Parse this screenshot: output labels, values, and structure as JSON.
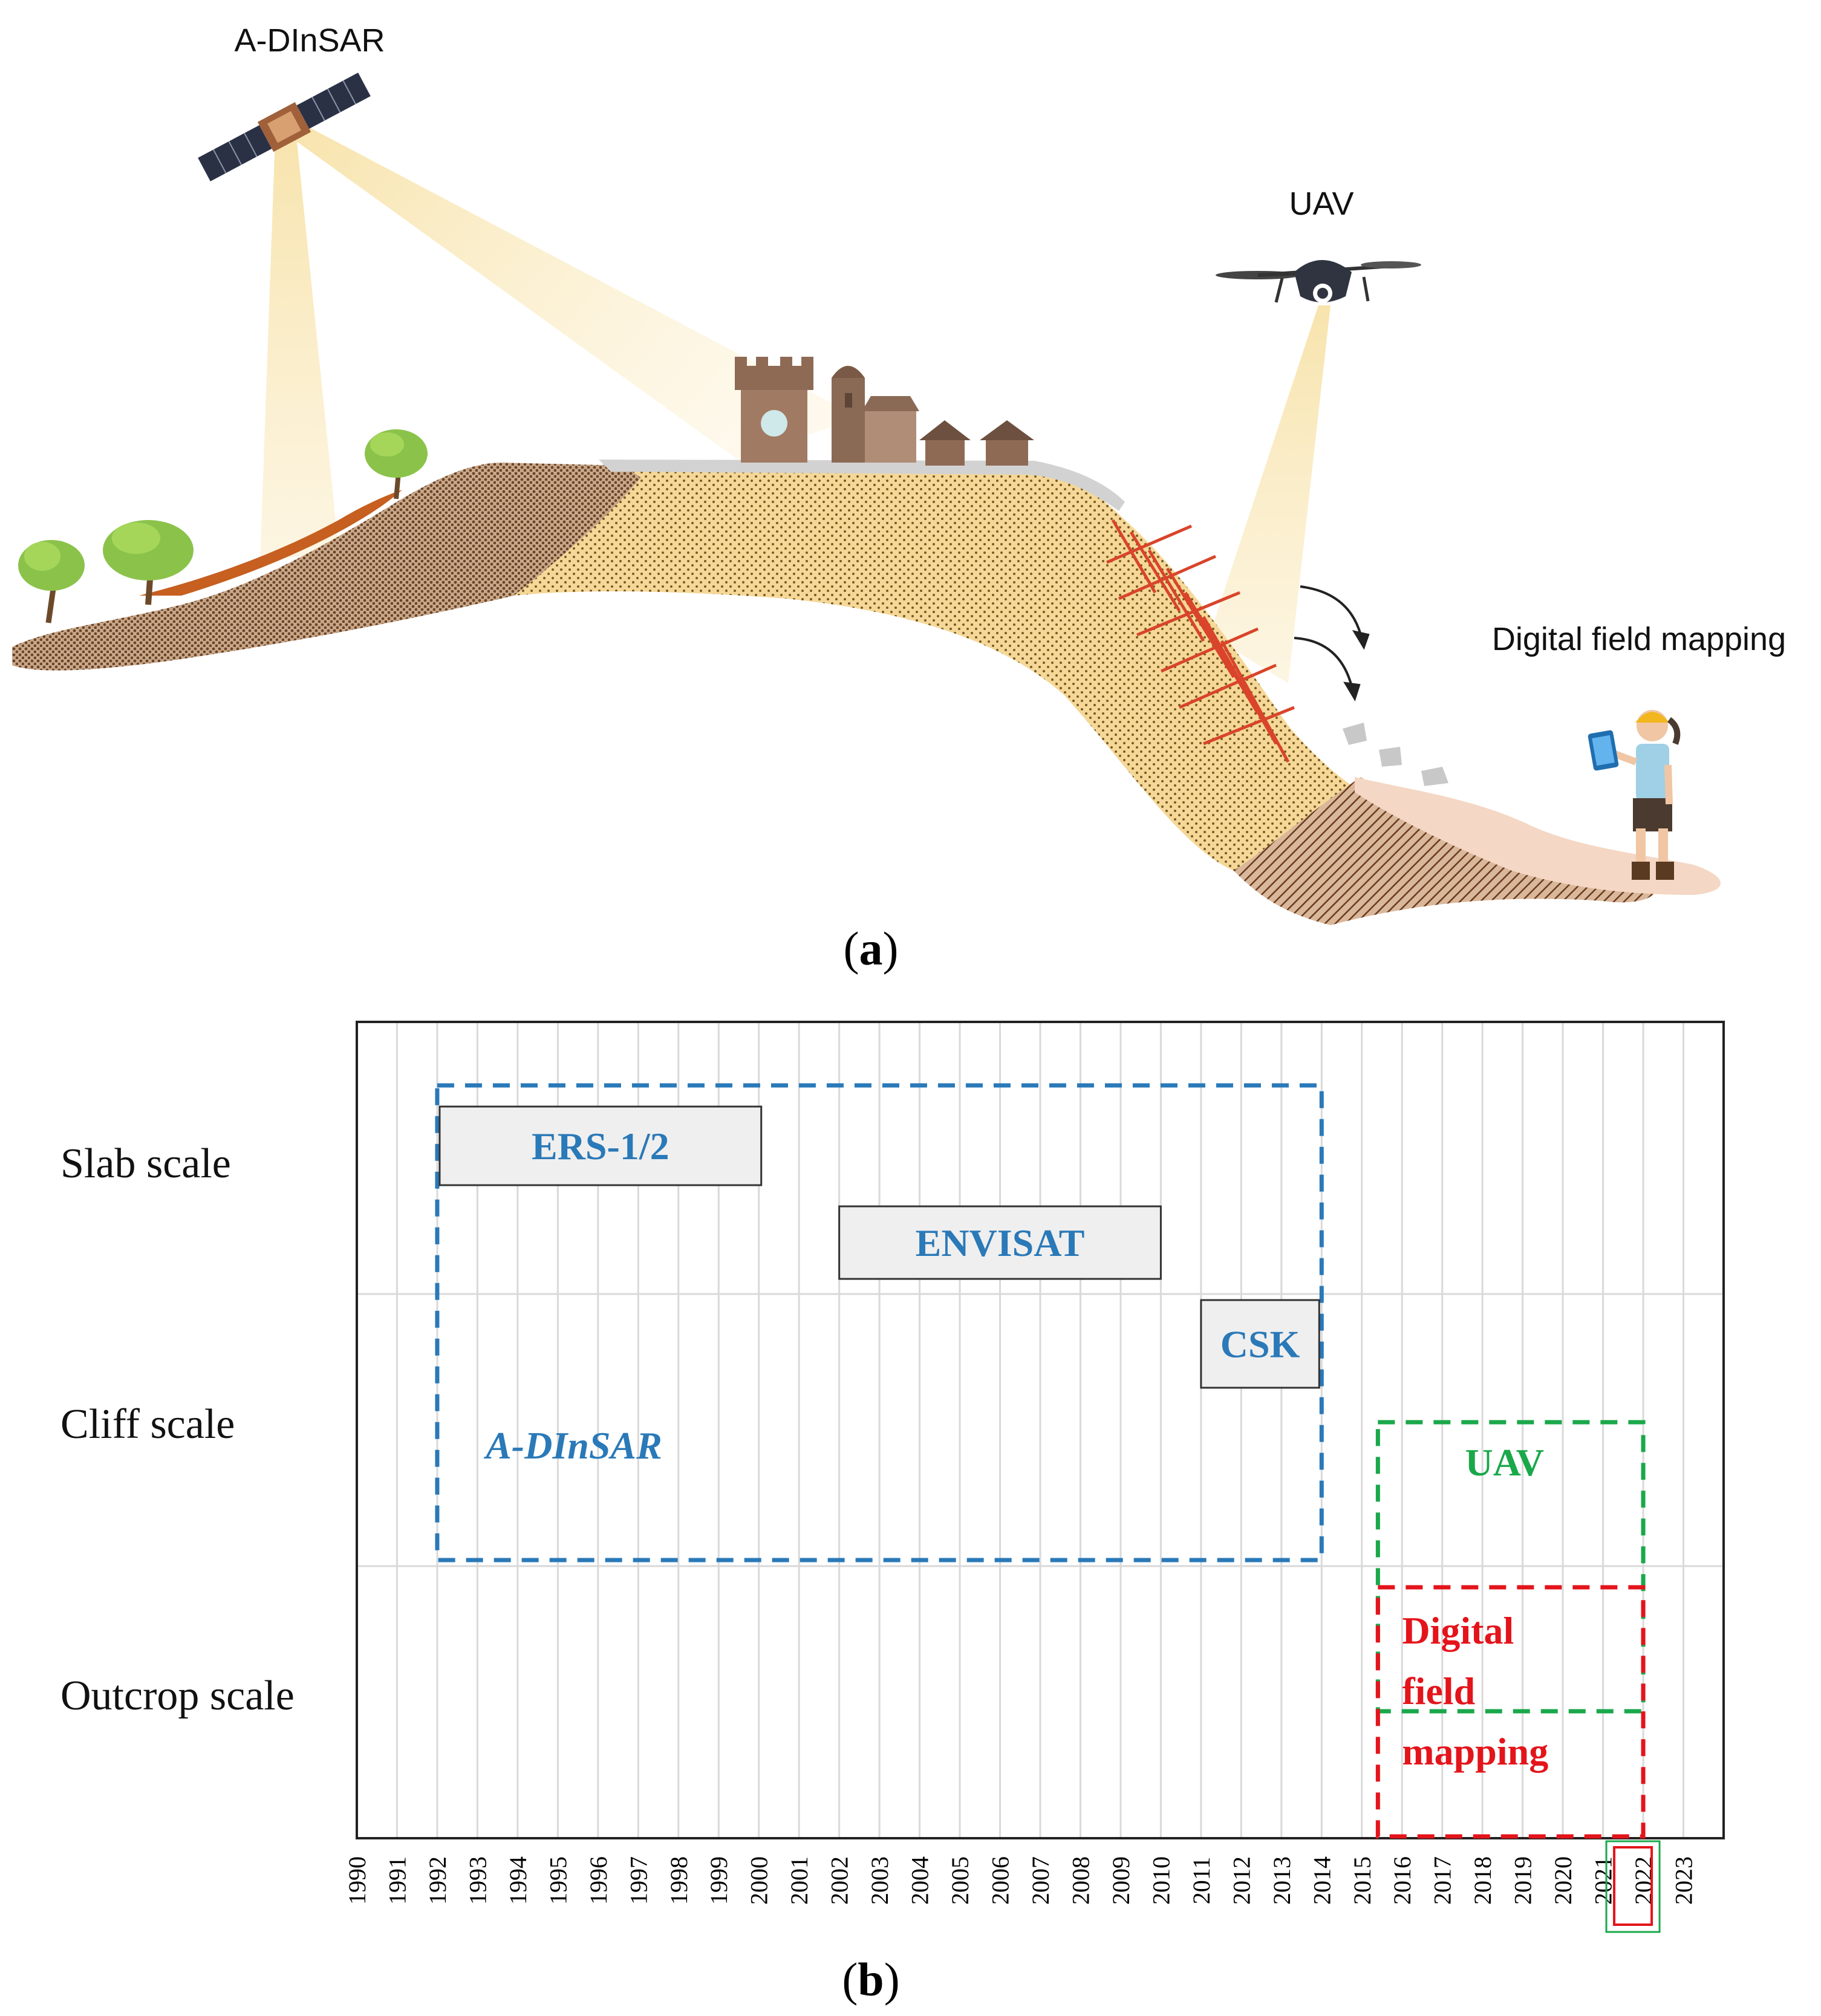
{
  "panel_a": {
    "caption": {
      "open": "(",
      "letter": "a",
      "close": ")"
    },
    "labels": {
      "satellite": "A-DInSAR",
      "uav": "UAV",
      "field": "Digital field mapping"
    },
    "icons": [
      "satellite-icon",
      "drone-icon",
      "tree-icon",
      "castle-icon",
      "church-icon",
      "house-icon",
      "geologist-icon",
      "tablet-icon",
      "rockfall-arrow-icon"
    ]
  },
  "panel_b": {
    "caption": {
      "open": "(",
      "letter": "b",
      "close": ")"
    },
    "row_labels": [
      "Slab scale",
      "Cliff scale",
      "Outcrop scale"
    ],
    "colors": {
      "insar": "#2a79b8",
      "uav": "#1aa84a",
      "field": "#e4141b",
      "box_fill": "#efefef",
      "grid": "#d9d9d9"
    },
    "chart_data": {
      "type": "timeline",
      "years": [
        "1990",
        "1991",
        "1992",
        "1993",
        "1994",
        "1995",
        "1996",
        "1997",
        "1998",
        "1999",
        "2000",
        "2001",
        "2002",
        "2003",
        "2004",
        "2005",
        "2006",
        "2007",
        "2008",
        "2009",
        "2010",
        "2011",
        "2012",
        "2013",
        "2014",
        "2015",
        "2016",
        "2017",
        "2018",
        "2019",
        "2020",
        "2021",
        "2022",
        "2023"
      ],
      "rows": [
        "Slab scale",
        "Cliff scale",
        "Outcrop scale"
      ],
      "highlight_year": "2022",
      "satellites": [
        {
          "name": "ERS-1/2",
          "start": 1992,
          "end": 2000
        },
        {
          "name": "ENVISAT",
          "start": 2002,
          "end": 2010
        },
        {
          "name": "CSK",
          "start": 2011,
          "end": 2014
        }
      ],
      "groups": [
        {
          "name": "A-DInSAR",
          "start": 1992,
          "end": 2014,
          "rows": [
            "Slab scale",
            "Cliff scale"
          ]
        },
        {
          "name": "UAV",
          "start": 2015.4,
          "end": 2022,
          "rows": [
            "Cliff scale",
            "Outcrop scale"
          ]
        },
        {
          "name_lines": [
            "Digital",
            "field",
            "mapping"
          ],
          "start": 2015.4,
          "end": 2022,
          "rows": [
            "Outcrop scale"
          ]
        }
      ]
    }
  }
}
